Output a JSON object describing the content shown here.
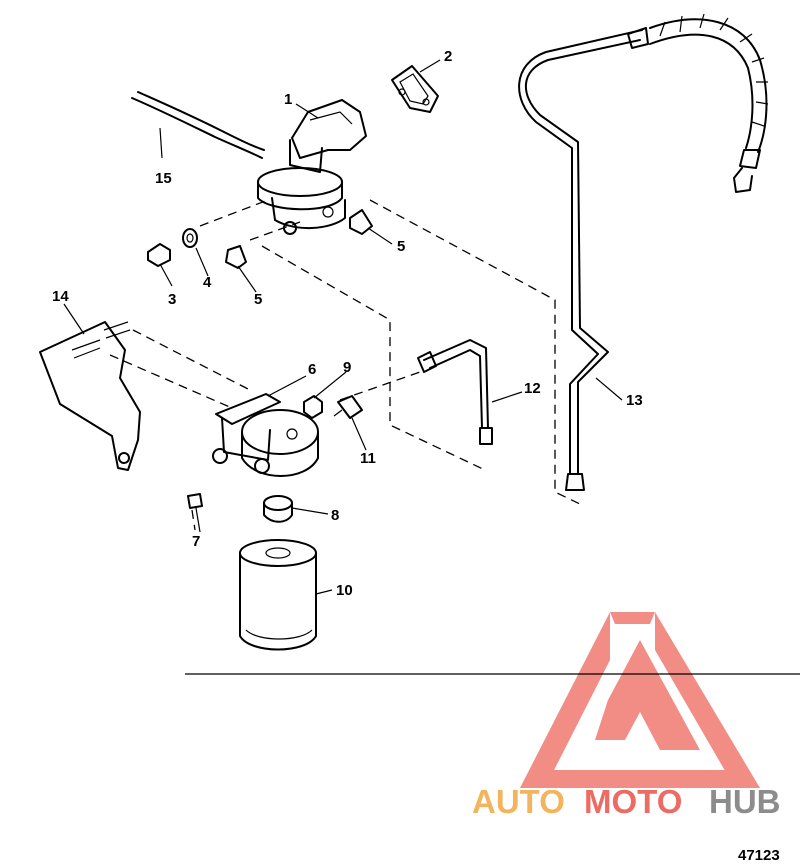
{
  "diagram": {
    "figure_id": "47123",
    "callouts": [
      {
        "id": "c1",
        "label": "1"
      },
      {
        "id": "c2",
        "label": "2"
      },
      {
        "id": "c3",
        "label": "3"
      },
      {
        "id": "c4",
        "label": "4"
      },
      {
        "id": "c5a",
        "label": "5"
      },
      {
        "id": "c5b",
        "label": "5"
      },
      {
        "id": "c6",
        "label": "6"
      },
      {
        "id": "c7",
        "label": "7"
      },
      {
        "id": "c8",
        "label": "8"
      },
      {
        "id": "c9",
        "label": "9"
      },
      {
        "id": "c10",
        "label": "10"
      },
      {
        "id": "c11",
        "label": "11"
      },
      {
        "id": "c12",
        "label": "12"
      },
      {
        "id": "c13",
        "label": "13"
      },
      {
        "id": "c14",
        "label": "14"
      },
      {
        "id": "c15",
        "label": "15"
      }
    ]
  },
  "watermark": {
    "part1": "AUTO",
    "part2": "MOTO",
    "part3": "HUB",
    "colors": {
      "auto": "#f2b45c",
      "moto": "#ec6b62",
      "hub": "#8c8c8c",
      "logo": "#f07a72"
    }
  }
}
